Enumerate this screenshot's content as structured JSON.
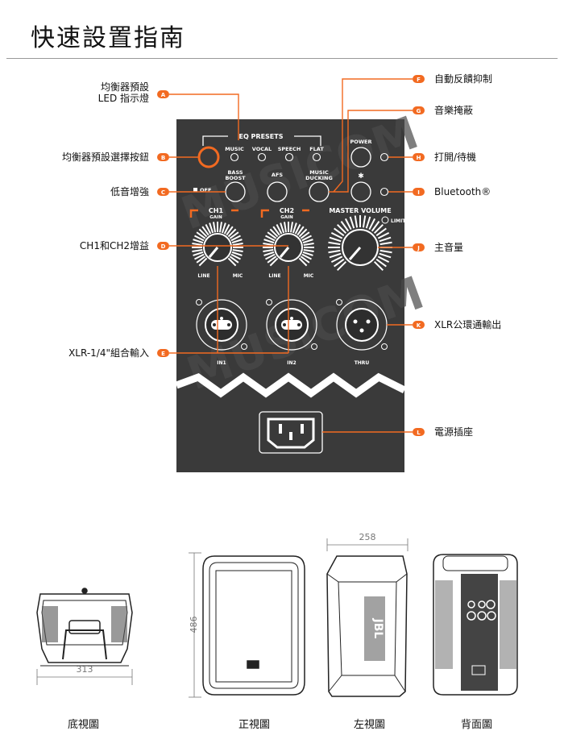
{
  "page": {
    "title": "快速設置指南"
  },
  "callouts": {
    "A": {
      "letter": "A",
      "label_line1": "均衡器預設",
      "label_line2": "LED 指示燈"
    },
    "B": {
      "letter": "B",
      "label": "均衡器預設選擇按鈕"
    },
    "C": {
      "letter": "C",
      "label": "低音增強"
    },
    "D": {
      "letter": "D",
      "label": "CH1和CH2增益"
    },
    "E": {
      "letter": "E",
      "label": "XLR-1/4\"組合輸入"
    },
    "F": {
      "letter": "F",
      "label": "自動反饋抑制"
    },
    "G": {
      "letter": "G",
      "label": "音樂掩蔽"
    },
    "H": {
      "letter": "H",
      "label": "打開/待機"
    },
    "I": {
      "letter": "I",
      "label": "Bluetooth®"
    },
    "J": {
      "letter": "J",
      "label": "主音量"
    },
    "K": {
      "letter": "K",
      "label": "XLR公環通輸出"
    },
    "L": {
      "letter": "L",
      "label": "電源插座"
    }
  },
  "panel": {
    "eq_presets": "EQ PRESETS",
    "presets": [
      "MUSIC",
      "VOCAL",
      "SPEECH",
      "FLAT"
    ],
    "power": "POWER",
    "bass_boost_line1": "BASS",
    "bass_boost_line2": "BOOST",
    "afs": "AFS",
    "music_ducking_line1": "MUSIC",
    "music_ducking_line2": "DUCKING",
    "off": "OFF",
    "ch1": "CH1",
    "ch2": "CH2",
    "gain": "GAIN",
    "master_volume": "MASTER VOLUME",
    "limit": "LIMIT",
    "line": "LINE",
    "mic": "MIC",
    "in1": "IN1",
    "in2": "IN2",
    "thru": "THRU",
    "watermark": "MUSICOM"
  },
  "dimensions": {
    "width_bottom": "313",
    "height_front": "486",
    "depth_side": "258"
  },
  "views": {
    "bottom": "底視圖",
    "front": "正視圖",
    "left": "左視圖",
    "back": "背面圖"
  },
  "colors": {
    "accent": "#F26A21",
    "panel": "#3a3a3a"
  }
}
